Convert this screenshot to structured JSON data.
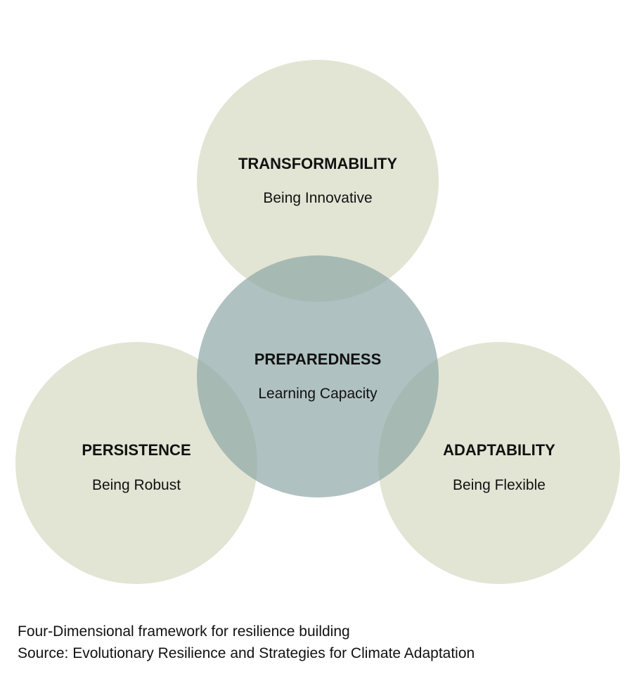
{
  "colors": {
    "outer_circle": "#e2e5d4",
    "center_circle": "#a3b7b7",
    "text": "#111111"
  },
  "nodes": {
    "top": {
      "title": "TRANSFORMABILITY",
      "subtitle": "Being Innovative"
    },
    "left": {
      "title": "PERSISTENCE",
      "subtitle": "Being Robust"
    },
    "right": {
      "title": "ADAPTABILITY",
      "subtitle": "Being Flexible"
    },
    "center": {
      "title": "PREPAREDNESS",
      "subtitle": "Learning Capacity"
    }
  },
  "caption": {
    "line1": "Four-Dimensional framework for resilience building",
    "line2": "Source: Evolutionary Resilience and Strategies for Climate Adaptation"
  }
}
